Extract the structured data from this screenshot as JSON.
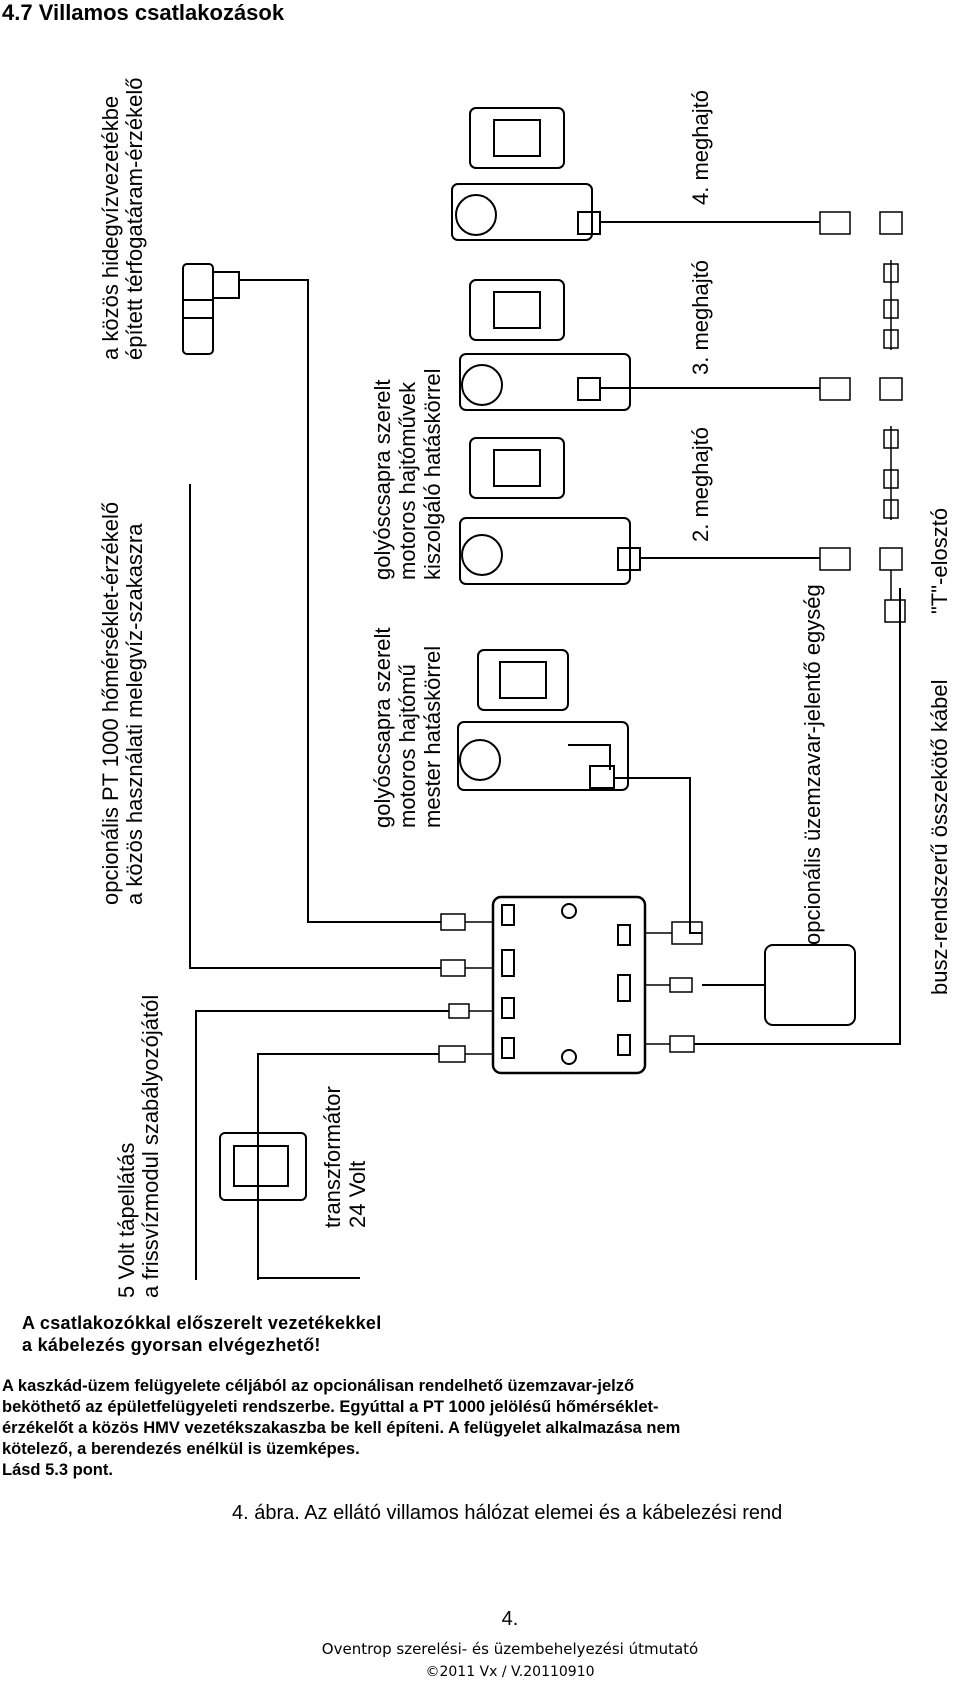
{
  "page": {
    "title": "4.7 Villamos csatlakozások"
  },
  "diagram": {
    "labels": {
      "pt1000_line1": "opcionális PT 1000 hőmérséklet-érzékelő",
      "pt1000_line2": "a közös használati melegvíz-szakaszra",
      "flow_sensor_line1": "a közös hidegvízvezetékbe",
      "flow_sensor_line2": "épített térfogatáram-érzékelő",
      "master_line1": "golyóscsapra szerelt",
      "master_line2": "motoros hajtómű",
      "master_line3": "mester hatáskörrel",
      "slaves_line1": "golyóscsapra szerelt",
      "slaves_line2": "motoros hajtóművek",
      "slaves_line3": "kiszolgáló hatáskörrel",
      "drive4": "4. meghajtó",
      "drive3": "3. meghajtó",
      "drive2": "2. meghajtó",
      "fault_unit": "opcionális üzemzavar-jelentő egység",
      "t_splitter": "\"T\"-elosztó",
      "bus_cable": "busz-rendszerű összekötő kábel",
      "power_line1": "5 Volt tápellátás",
      "power_line2": "a frissvízmodul szabályozójától",
      "transformer_line1": "transzformátor",
      "transformer_line2": "24 Volt"
    },
    "note_line1": "A csatlakozókkal előszerelt vezetékekkel",
    "note_line2": "a kábelezés gyorsan elvégezhető!"
  },
  "body": {
    "paragraph_lines": [
      "A kaszkád-üzem felügyelete céljából az opcionálisan rendelhető üzemzavar-jelző",
      "beköthető az épületfelügyeleti rendszerbe. Egyúttal a PT 1000 jelölésű hőmérséklet-",
      "érzékelőt a közös HMV vezetékszakaszba be kell építeni. A felügyelet alkalmazása nem",
      "kötelező, a berendezés enélkül is üzemképes.",
      "Lásd 5.3 pont."
    ],
    "caption": "4. ábra. Az ellátó villamos hálózat elemei és a kábelezési rend"
  },
  "footer": {
    "page_number": "4.",
    "manual_title": "Oventrop szerelési- és üzembehelyezési útmutató",
    "copyright": "©2011 Vx / V.20110910"
  }
}
